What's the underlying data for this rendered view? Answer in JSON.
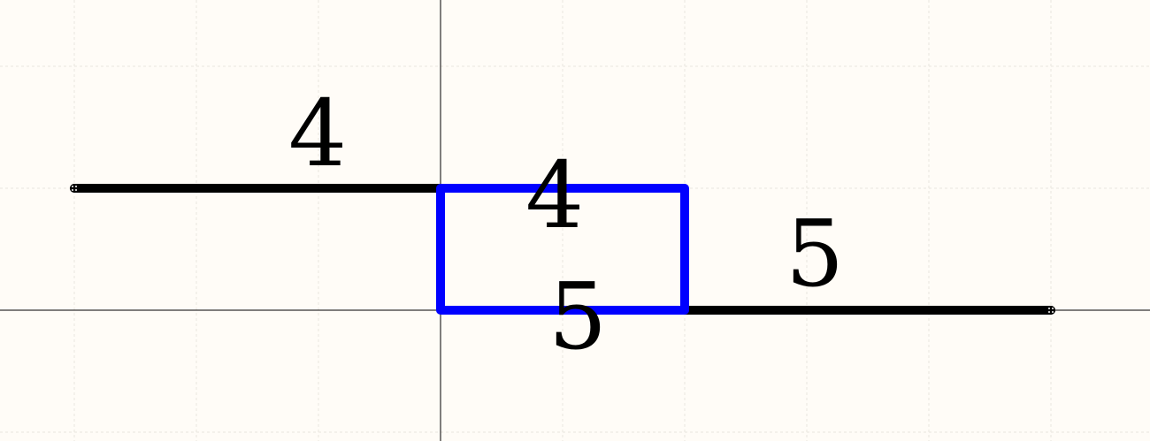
{
  "diagram": {
    "labels": {
      "left_wire": "4",
      "body_top": "4",
      "body_bottom": "5",
      "right_wire": "5"
    },
    "colors": {
      "background": "#fffcf7",
      "wire": "#000000",
      "component_body": "#0000ff",
      "grid": "#e8e6df",
      "axis": "#000000"
    }
  }
}
